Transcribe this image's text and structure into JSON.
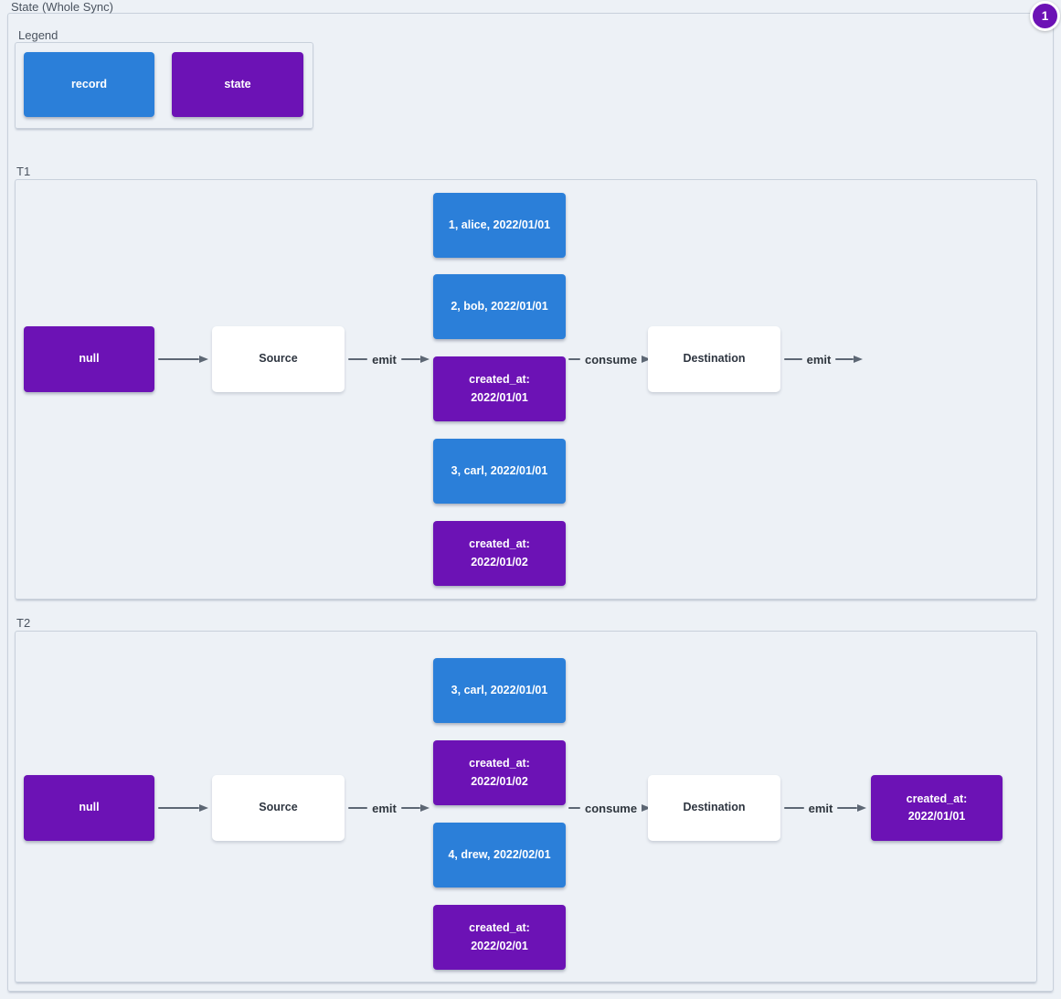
{
  "diagram": {
    "title": "State (Whole Sync)",
    "badge": "1",
    "colors": {
      "record": "#2B7FD9",
      "state": "#6C12B5",
      "arrow": "#5D6774",
      "container_border": "#C8D0DB",
      "background": "#EDF1F6"
    },
    "legend": {
      "label": "Legend",
      "items": [
        {
          "label": "record",
          "kind": "record"
        },
        {
          "label": "state",
          "kind": "state"
        }
      ]
    },
    "t1": {
      "label": "T1",
      "initial_state": "null",
      "source": "Source",
      "emit_label": "emit",
      "consume_label": "consume",
      "destination": "Destination",
      "emit_out_label": "emit",
      "records": [
        {
          "text": "1, alice, 2022/01/01",
          "kind": "record"
        },
        {
          "text": "2, bob, 2022/01/01",
          "kind": "record"
        },
        {
          "text": "created_at:\n2022/01/01",
          "kind": "state"
        },
        {
          "text": "3, carl, 2022/01/01",
          "kind": "record"
        },
        {
          "text": "created_at:\n2022/01/02",
          "kind": "state"
        }
      ]
    },
    "t2": {
      "label": "T2",
      "initial_state": "null",
      "source": "Source",
      "emit_label": "emit",
      "consume_label": "consume",
      "destination": "Destination",
      "emit_out_label": "emit",
      "records": [
        {
          "text": "3, carl, 2022/01/01",
          "kind": "record"
        },
        {
          "text": "created_at:\n2022/01/02",
          "kind": "state"
        },
        {
          "text": "4, drew, 2022/02/01",
          "kind": "record"
        },
        {
          "text": "created_at:\n2022/02/01",
          "kind": "state"
        }
      ],
      "emitted_state": "created_at:\n2022/01/01"
    }
  }
}
